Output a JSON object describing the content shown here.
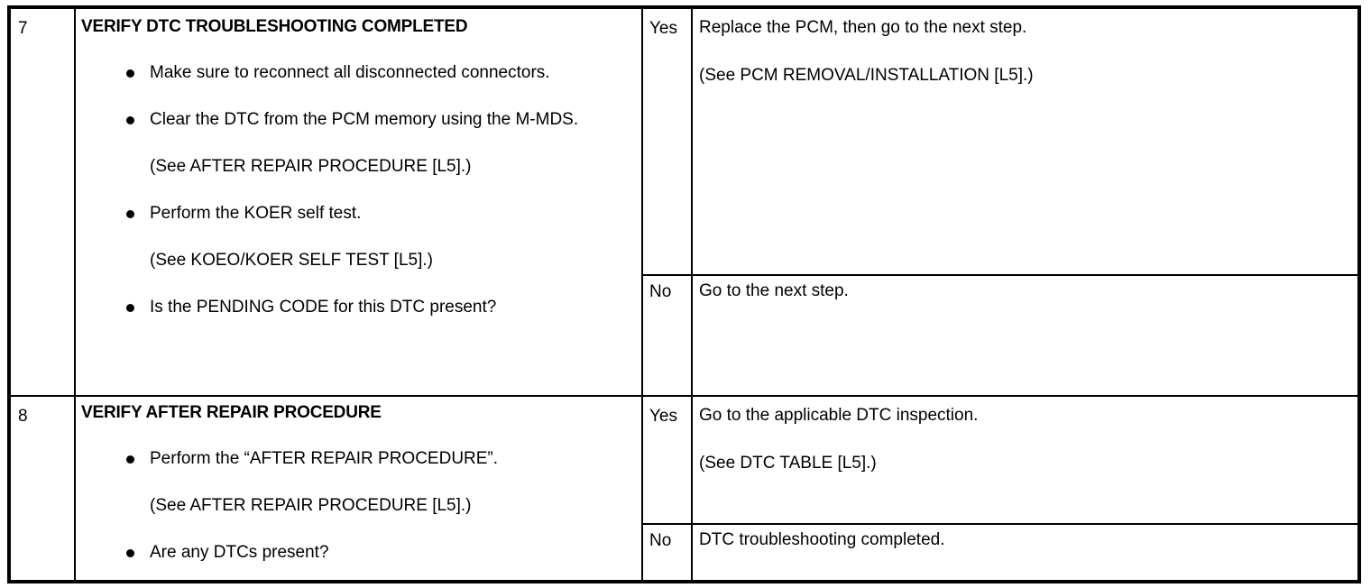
{
  "document": {
    "type": "dtc-troubleshooting-table",
    "ink_color": "#000000",
    "paper_color": "#ffffff"
  },
  "steps": [
    {
      "number": "7",
      "title": "VERIFY DTC TROUBLESHOOTING COMPLETED",
      "items": [
        {
          "kind": "bullet",
          "text": "Make sure to reconnect all disconnected connectors."
        },
        {
          "kind": "bullet",
          "text": "Clear the DTC from the PCM memory using the M-MDS."
        },
        {
          "kind": "sub",
          "text": "(See AFTER REPAIR PROCEDURE [L5].)"
        },
        {
          "kind": "bullet",
          "text": "Perform the KOER self test."
        },
        {
          "kind": "sub",
          "text": "(See KOEO/KOER SELF TEST [L5].)"
        },
        {
          "kind": "bullet",
          "text": "Is the PENDING CODE for this DTC present?"
        }
      ],
      "results": {
        "yes": {
          "label": "Yes",
          "lines": [
            "Replace the PCM, then go to the next step.",
            "(See PCM REMOVAL/INSTALLATION [L5].)"
          ]
        },
        "no": {
          "label": "No",
          "lines": [
            "Go to the next step."
          ]
        }
      }
    },
    {
      "number": "8",
      "title": "VERIFY AFTER REPAIR PROCEDURE",
      "items": [
        {
          "kind": "bullet",
          "text": "Perform the “AFTER REPAIR PROCEDURE”."
        },
        {
          "kind": "sub",
          "text": "(See AFTER REPAIR PROCEDURE [L5].)"
        },
        {
          "kind": "bullet",
          "text": "Are any DTCs present?"
        }
      ],
      "results": {
        "yes": {
          "label": "Yes",
          "lines": [
            "Go to the applicable DTC inspection.",
            "(See DTC TABLE [L5].)"
          ]
        },
        "no": {
          "label": "No",
          "lines": [
            "DTC troubleshooting completed."
          ]
        }
      }
    }
  ]
}
